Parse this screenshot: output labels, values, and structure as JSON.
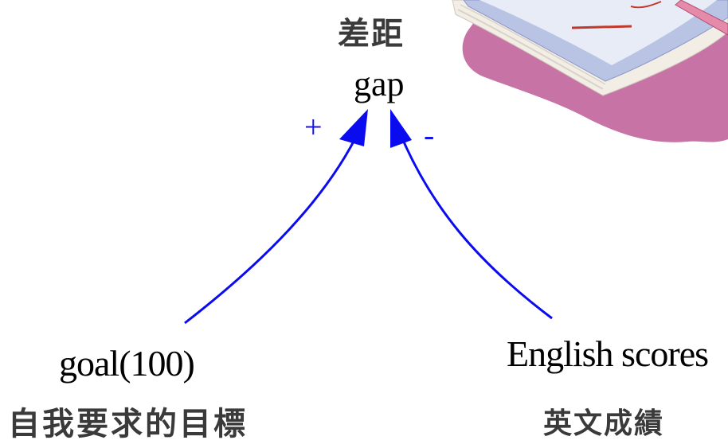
{
  "diagram": {
    "top_node": {
      "label_zh": "差距",
      "label_en": "gap"
    },
    "left_node": {
      "label_en": "goal(100)",
      "label_zh": "自我要求的目標"
    },
    "right_node": {
      "label_en": "English scores",
      "label_zh": "英文成績"
    },
    "links": [
      {
        "from": "left_node",
        "to": "top_node",
        "polarity": "+"
      },
      {
        "from": "right_node",
        "to": "top_node",
        "polarity": "-"
      }
    ],
    "colors": {
      "arrow": "#0b0bef",
      "book_shadow": "#c873a6",
      "book_cover": "#b9c4e4",
      "book_pages": "#f2eee6"
    }
  }
}
